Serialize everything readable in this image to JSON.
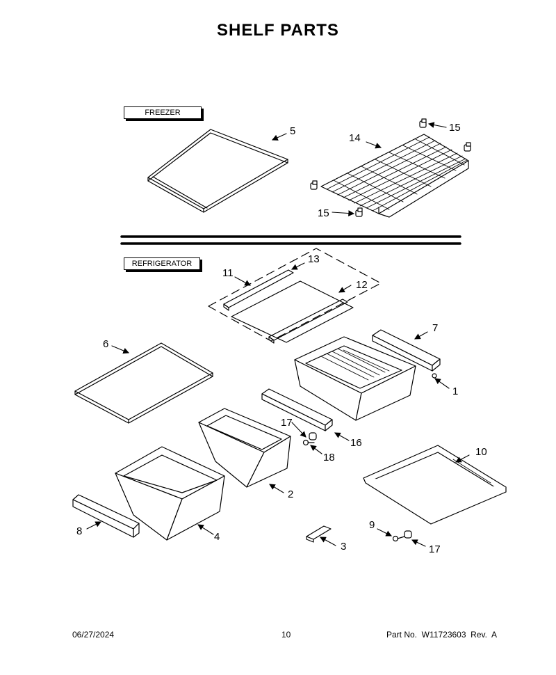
{
  "page": {
    "title": "SHELF PARTS",
    "sections": {
      "freezer": "FREEZER",
      "refrigerator": "REFRIGERATOR"
    }
  },
  "callouts": [
    {
      "num": "1"
    },
    {
      "num": "2"
    },
    {
      "num": "3"
    },
    {
      "num": "4"
    },
    {
      "num": "5"
    },
    {
      "num": "6"
    },
    {
      "num": "7"
    },
    {
      "num": "8"
    },
    {
      "num": "9"
    },
    {
      "num": "10"
    },
    {
      "num": "11"
    },
    {
      "num": "12"
    },
    {
      "num": "13"
    },
    {
      "num": "14"
    },
    {
      "num": "15"
    },
    {
      "num": "15"
    },
    {
      "num": "16"
    },
    {
      "num": "17"
    },
    {
      "num": "17"
    },
    {
      "num": "18"
    }
  ],
  "footer": {
    "date": "06/27/2024",
    "page_number": "10",
    "part_no": "Part No.  W11723603  Rev.  A"
  }
}
